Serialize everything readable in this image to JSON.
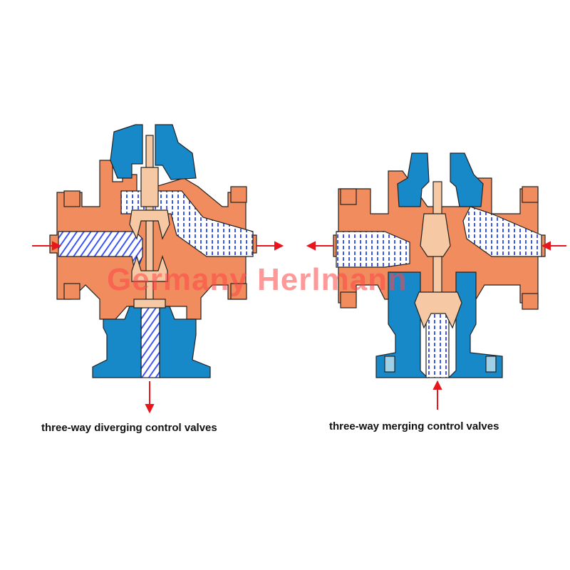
{
  "captions": {
    "diverging": "three-way diverging control valves",
    "merging": "three-way merging control valves"
  },
  "watermark": "Germany Herlmann",
  "colors": {
    "body": "#f08c5e",
    "bonnet": "#1788c8",
    "plug": "#f6c9a4",
    "flow": "#2a44ff",
    "arrow": "#e8161c",
    "outline": "#222222"
  },
  "icons": {
    "flow_arrow": "red-arrow",
    "flow_direction": "blue-hatch-flow"
  }
}
